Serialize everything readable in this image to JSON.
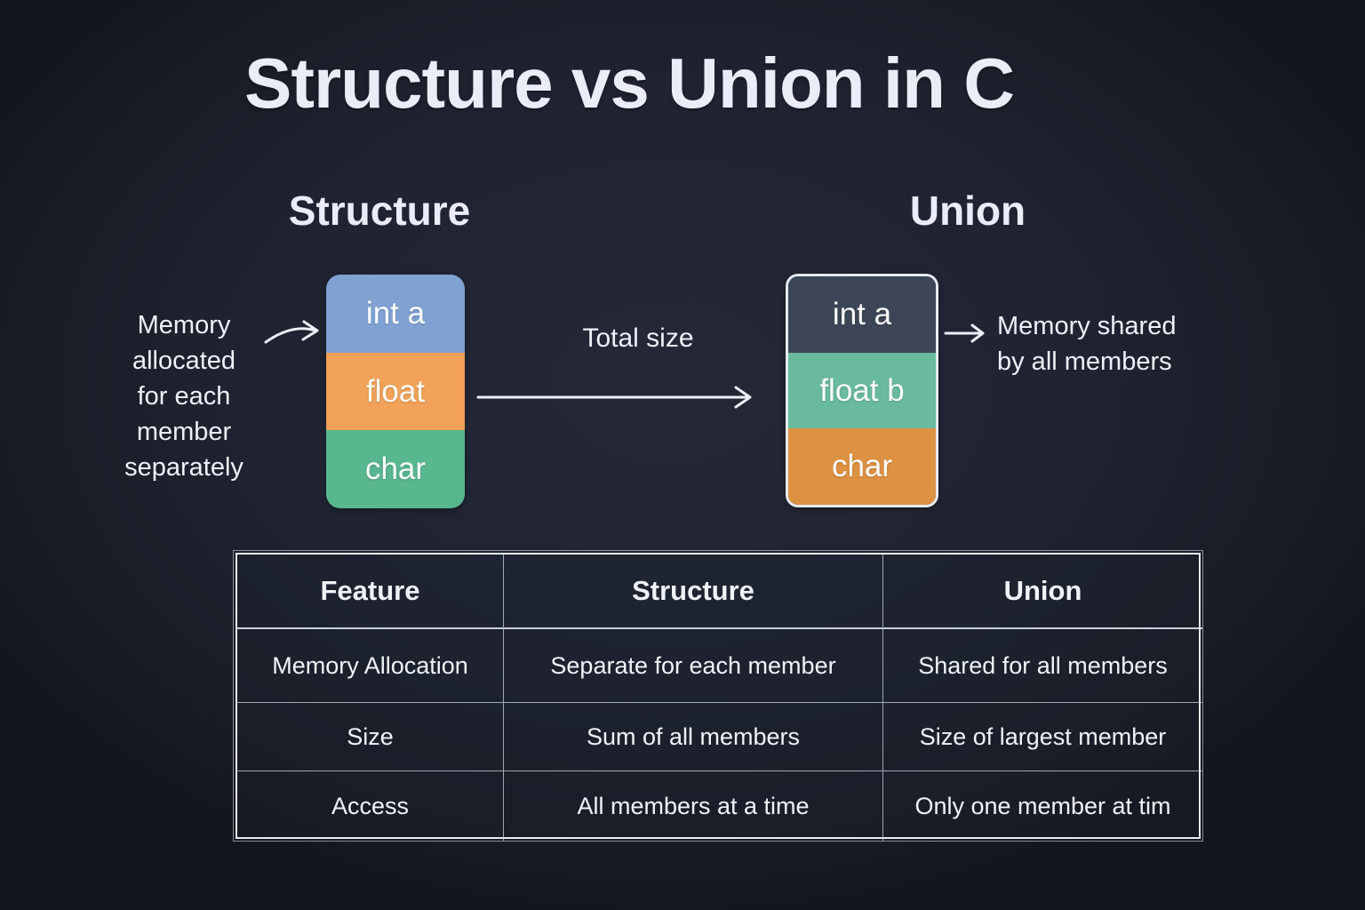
{
  "page": {
    "title": "Structure vs Union in C",
    "background_color": "#1e222e",
    "text_color": "#edf0f8",
    "arrow_color": "#eef1f7"
  },
  "structure_panel": {
    "heading": "Structure",
    "members": [
      {
        "label": "int a",
        "color": "#7fa2d2"
      },
      {
        "label": "float",
        "color": "#f2a259"
      },
      {
        "label": "char",
        "color": "#58b78f"
      }
    ],
    "annotation": [
      "Memory",
      "allocated",
      "for each",
      "member",
      "separately"
    ]
  },
  "union_panel": {
    "heading": "Union",
    "members": [
      {
        "label": "int a",
        "color": "#3d4656"
      },
      {
        "label": "float b",
        "color": "#69ba9e"
      },
      {
        "label": "char",
        "color": "#dd9142"
      }
    ],
    "annotation": [
      "Memory shared",
      "by all members"
    ],
    "border_color": "#e6eaf2"
  },
  "total_size_label": "Total size",
  "comparison_table": {
    "headers": [
      "Feature",
      "Structure",
      "Union"
    ],
    "rows": [
      [
        "Memory Allocation",
        "Separate for each member",
        "Shared for all members"
      ],
      [
        "Size",
        "Sum of all members",
        "Size of largest member"
      ],
      [
        "Access",
        "All members at a time",
        "Only one member at tim"
      ]
    ]
  }
}
